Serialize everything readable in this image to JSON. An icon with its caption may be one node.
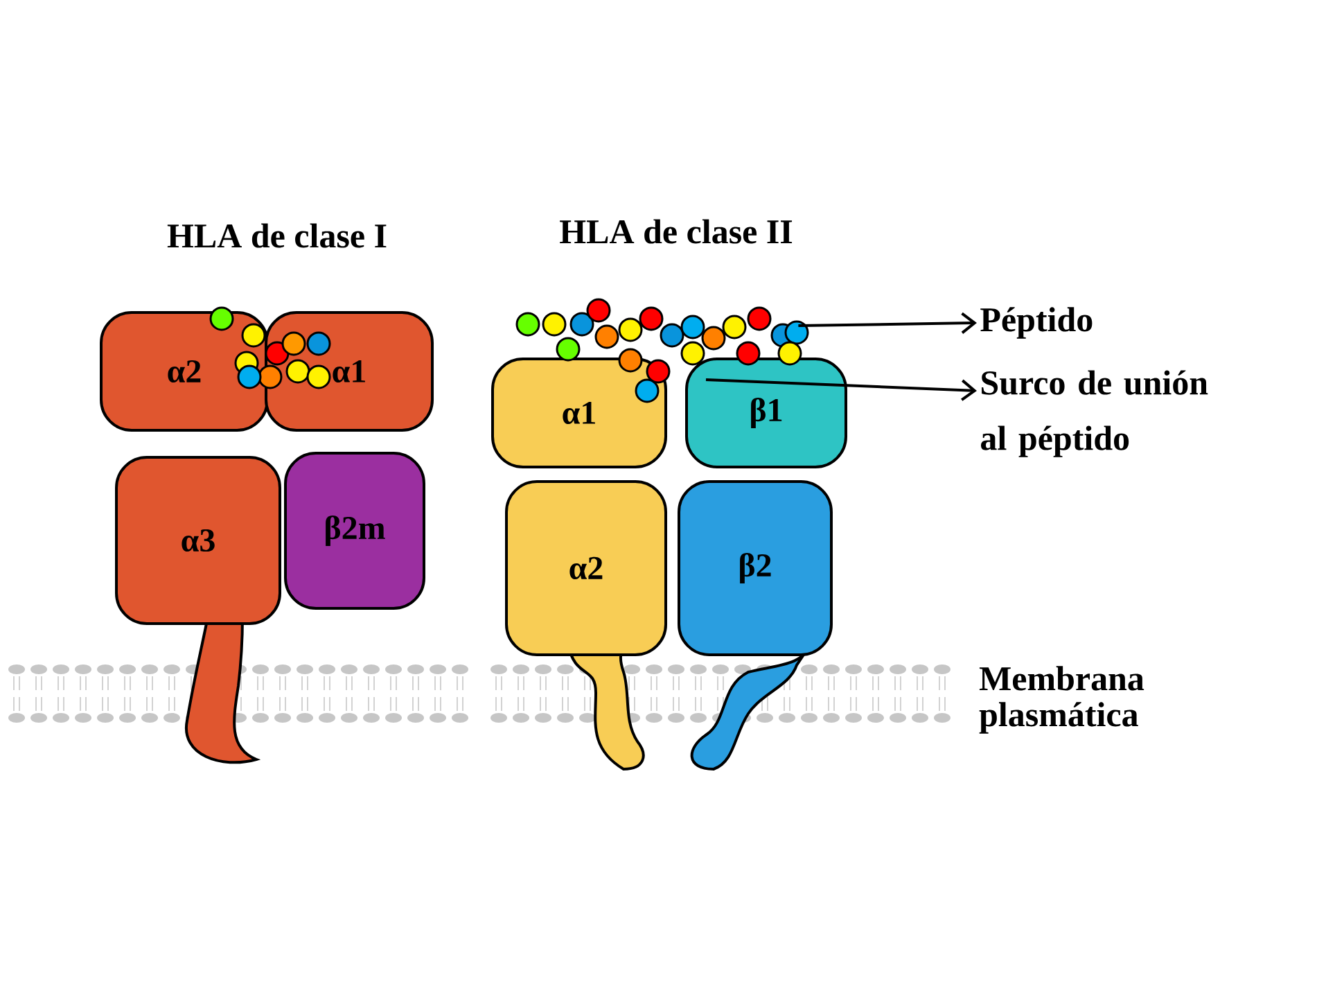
{
  "diagram": {
    "nodes": [
      {
        "text": [
          "α2"
        ]
      },
      {
        "text": [
          "α1"
        ]
      },
      {
        "text": [
          "α3"
        ]
      },
      {
        "text": [
          "β2m"
        ]
      },
      {
        "text": [
          "α1"
        ]
      },
      {
        "text": [
          "β1"
        ]
      },
      {
        "text": [
          "α2"
        ]
      },
      {
        "text": [
          "β2"
        ]
      },
      {
        "text": [
          "Péptido"
        ]
      },
      {
        "text": [
          "Surco de unión al péptido"
        ]
      },
      {
        "text": [],
        "shape": "picture"
      }
    ],
    "edges": [
      {
        "from": 10,
        "to": 8,
        "arrow": "to"
      },
      {
        "from": 5,
        "to": 9,
        "arrow": "to"
      }
    ],
    "labels": [
      "HLA de clase I",
      "HLA de clase II",
      "Membrana plasmática"
    ]
  }
}
